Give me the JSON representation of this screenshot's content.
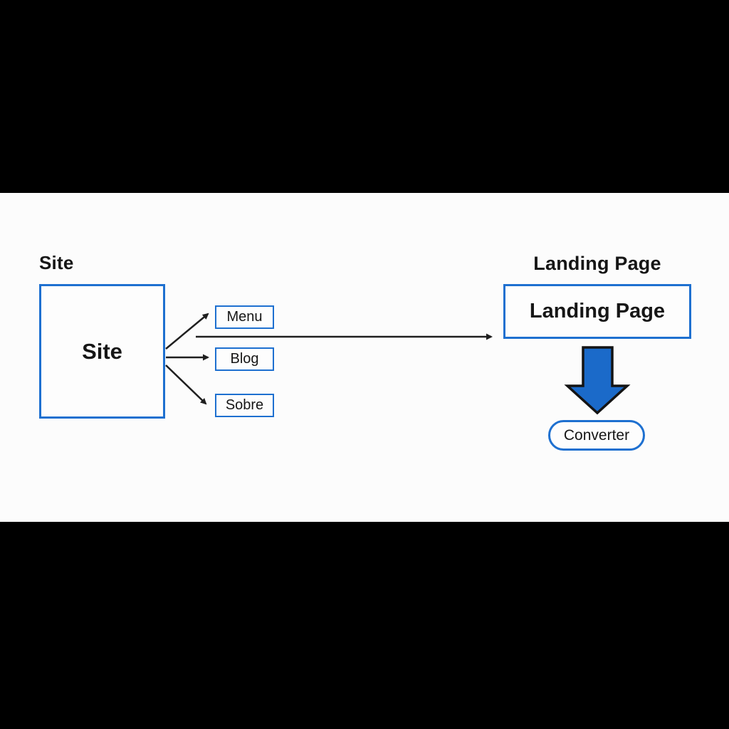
{
  "diagram": {
    "site_section": {
      "heading": "Site",
      "box_label": "Site",
      "children": [
        {
          "label": "Menu"
        },
        {
          "label": "Blog"
        },
        {
          "label": "Sobre"
        }
      ]
    },
    "landing_section": {
      "heading": "Landing Page",
      "box_label": "Landing Page",
      "cta_label": "Converter"
    },
    "colors": {
      "letterbox": "#000000",
      "canvas": "#fcfcfc",
      "accent_blue_border": "#1e70d0",
      "block_arrow_fill": "#1b6ac9",
      "line_color": "#1f1f1f",
      "text_color": "#161616"
    }
  }
}
